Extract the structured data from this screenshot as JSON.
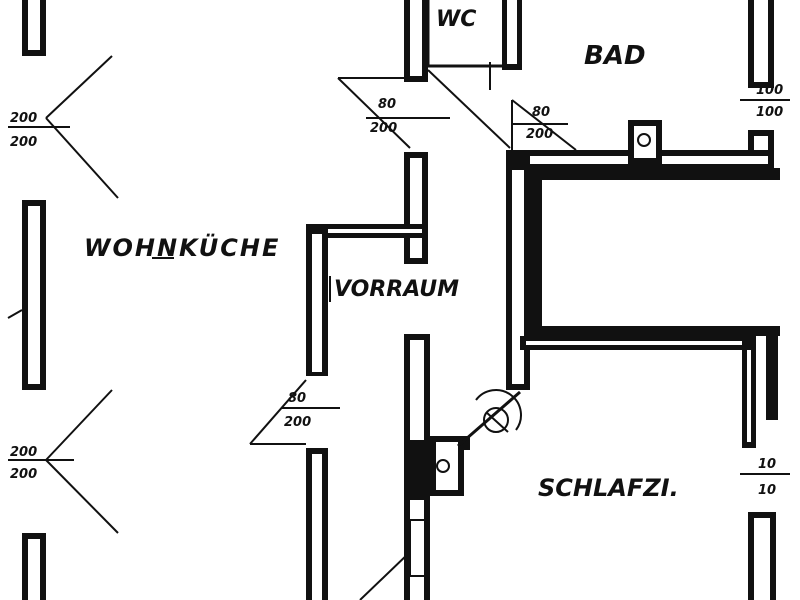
{
  "rooms": {
    "wc": "WC",
    "bad": "BAD",
    "wohnkueche": "WOHNKÜCHE",
    "vorraum": "VORRAUM",
    "schlafzi": "SCHLAFZI."
  },
  "dimensions": {
    "left_upper_window": [
      "200",
      "200"
    ],
    "left_lower_window": [
      "200",
      "200"
    ],
    "door_wc_vorraum": [
      "80",
      "200"
    ],
    "door_bad": [
      "80",
      "200"
    ],
    "door_wohnkueche": [
      "80",
      "200"
    ],
    "right_upper_window": [
      "100",
      "100"
    ],
    "right_lower_window": [
      "10",
      "10"
    ]
  }
}
